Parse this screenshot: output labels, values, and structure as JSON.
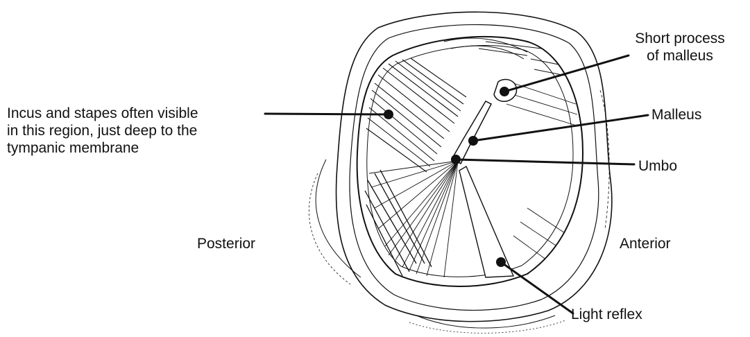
{
  "diagram": {
    "labels": {
      "short_process": [
        "Short process",
        "of malleus"
      ],
      "incus_stapes": [
        "Incus and stapes often visible",
        "in this region, just deep to the",
        "tympanic membrane"
      ],
      "malleus": "Malleus",
      "umbo": "Umbo",
      "posterior": "Posterior",
      "anterior": "Anterior",
      "light_reflex": "Light reflex"
    },
    "colors": {
      "ink": "#111111",
      "background": "#ffffff"
    }
  }
}
